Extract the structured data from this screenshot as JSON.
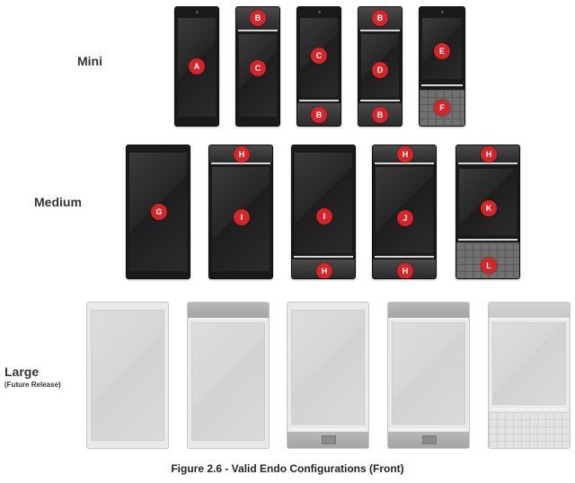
{
  "rows": {
    "mini": {
      "label": "Mini"
    },
    "medium": {
      "label": "Medium"
    },
    "large": {
      "label": "Large",
      "sublabel": "(Future Release)"
    }
  },
  "modules": {
    "A": "A",
    "B": "B",
    "C": "C",
    "D": "D",
    "E": "E",
    "F": "F",
    "G": "G",
    "H": "H",
    "I": "I",
    "J": "J",
    "K": "K",
    "L": "L"
  },
  "caption": "Figure 2.6 - Valid Endo Configurations (Front)",
  "colors": {
    "module_label": "#d4252a",
    "device_dark": "#1a1a1a",
    "device_light": "#e9e9e9"
  }
}
